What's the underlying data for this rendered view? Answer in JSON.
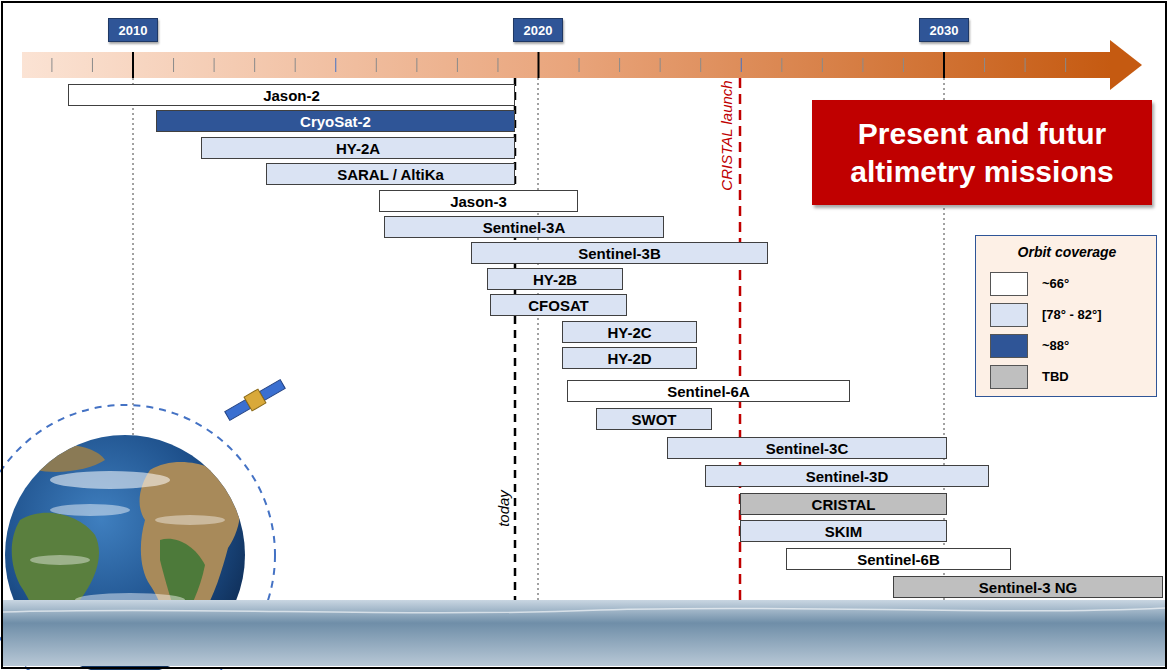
{
  "diagram": {
    "title": "Present and futur altimetry missions",
    "nodes": [
      {
        "text": [
          "2010"
        ]
      },
      {
        "text": [
          "2020"
        ]
      },
      {
        "text": [
          "2030"
        ]
      },
      {
        "text": [
          "Jason-2"
        ]
      },
      {
        "text": [
          "CryoSat-2"
        ]
      },
      {
        "text": [
          "HY-2A"
        ]
      },
      {
        "text": [
          "SARAL / AltiKa"
        ]
      },
      {
        "text": [
          "Jason-3"
        ]
      },
      {
        "text": [
          "Sentinel-3A"
        ]
      },
      {
        "text": [
          "Sentinel-3B"
        ]
      },
      {
        "text": [
          "HY-2B"
        ]
      },
      {
        "text": [
          "CFOSAT"
        ]
      },
      {
        "text": [
          "HY-2C"
        ]
      },
      {
        "text": [
          "HY-2D"
        ]
      },
      {
        "text": [
          "Sentinel-6A"
        ]
      },
      {
        "text": [
          "SWOT"
        ]
      },
      {
        "text": [
          "Sentinel-3C"
        ]
      },
      {
        "text": [
          "Sentinel-3D"
        ]
      },
      {
        "text": [
          "CRISTAL"
        ]
      },
      {
        "text": [
          "SKIM"
        ]
      },
      {
        "text": [
          "Sentinel-6B"
        ]
      },
      {
        "text": [
          "Sentinel-3 NG"
        ]
      }
    ],
    "labels": [
      "CRISTAL launch",
      "Orbit coverage",
      "today"
    ],
    "legend": [
      {
        "text": "~66°",
        "color": "#ffffff"
      },
      {
        "text": "[78° - 82°]",
        "color": "#dae3f3"
      },
      {
        "text": "~88°",
        "color": "#2f5597"
      },
      {
        "text": "TBD",
        "color": "#bfbfbf"
      }
    ]
  }
}
